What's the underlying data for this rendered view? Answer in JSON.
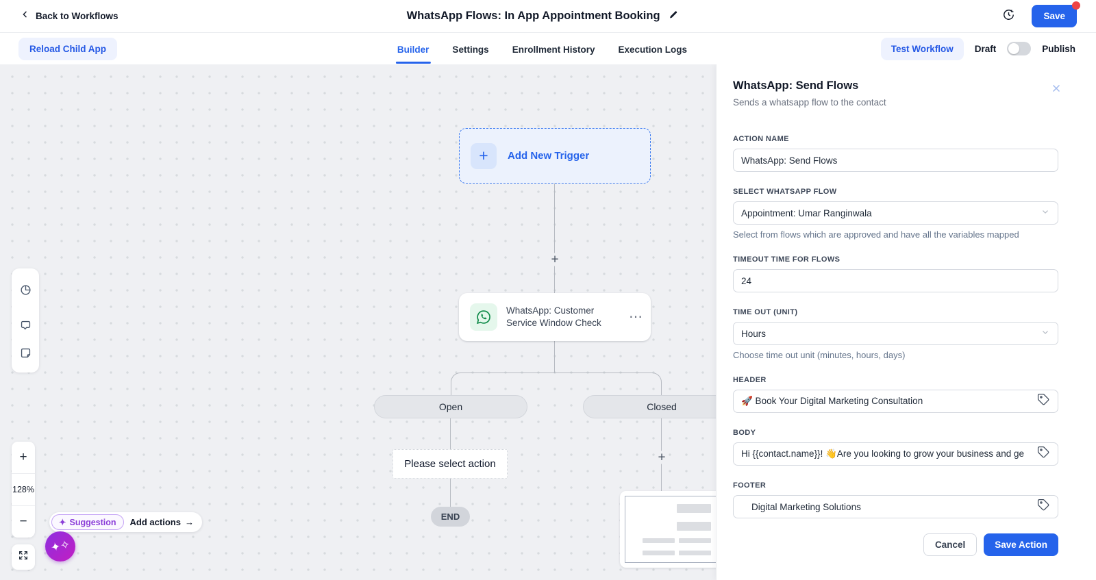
{
  "icons": {
    "plus": "+",
    "dots": "⋯",
    "arrow_right": "→",
    "sparkle": "✦",
    "sparkle_fab": "✦✧"
  },
  "colors": {
    "accent_blue": "#2563eb",
    "light_blue_pill": "#eef2fe",
    "whatsapp_green": "#1fa855",
    "purple": "#8d2fe0",
    "magenta": "#c21ec2",
    "alert_red": "#ef4444",
    "canvas_bg": "#eff0f3"
  },
  "header": {
    "back_label": "Back to Workflows",
    "title": "WhatsApp Flows: In App Appointment Booking",
    "save_label": "Save"
  },
  "toolbar": {
    "reload_label": "Reload Child App",
    "tabs": [
      {
        "label": "Builder",
        "active": true
      },
      {
        "label": "Settings",
        "active": false
      },
      {
        "label": "Enrollment History",
        "active": false
      },
      {
        "label": "Execution Logs",
        "active": false
      }
    ],
    "test_workflow_label": "Test Workflow",
    "draft_label": "Draft",
    "publish_label": "Publish"
  },
  "canvas": {
    "zoom_level": "128%",
    "trigger_label": "Add New Trigger",
    "node_title": "WhatsApp: Customer Service Window Check",
    "branch_open": "Open",
    "branch_closed": "Closed",
    "placeholder_text": "Please select action",
    "end_label": "END",
    "suggestion_badge": "Suggestion",
    "suggestion_action": "Add actions"
  },
  "panel": {
    "title": "WhatsApp: Send Flows",
    "subtitle": "Sends a whatsapp flow to the contact",
    "action_name": {
      "label": "ACTION NAME",
      "value": "WhatsApp: Send Flows"
    },
    "flow_select": {
      "label": "SELECT WHATSAPP FLOW",
      "value": "Appointment: Umar Ranginwala",
      "helper": "Select from flows which are approved and have all the variables mapped"
    },
    "timeout": {
      "label": "TIMEOUT TIME FOR FLOWS",
      "value": "24"
    },
    "timeout_unit": {
      "label": "TIME OUT (UNIT)",
      "value": "Hours",
      "helper": "Choose time out unit (minutes, hours, days)"
    },
    "header_field": {
      "label": "HEADER",
      "value": "🚀 Book Your Digital Marketing Consultation"
    },
    "body_field": {
      "label": "BODY",
      "value": "Hi {{contact.name}}! 👋Are you looking to grow your business and ge"
    },
    "footer_field": {
      "label": "FOOTER",
      "value": "    Digital Marketing Solutions"
    },
    "cancel_label": "Cancel",
    "save_action_label": "Save Action"
  }
}
